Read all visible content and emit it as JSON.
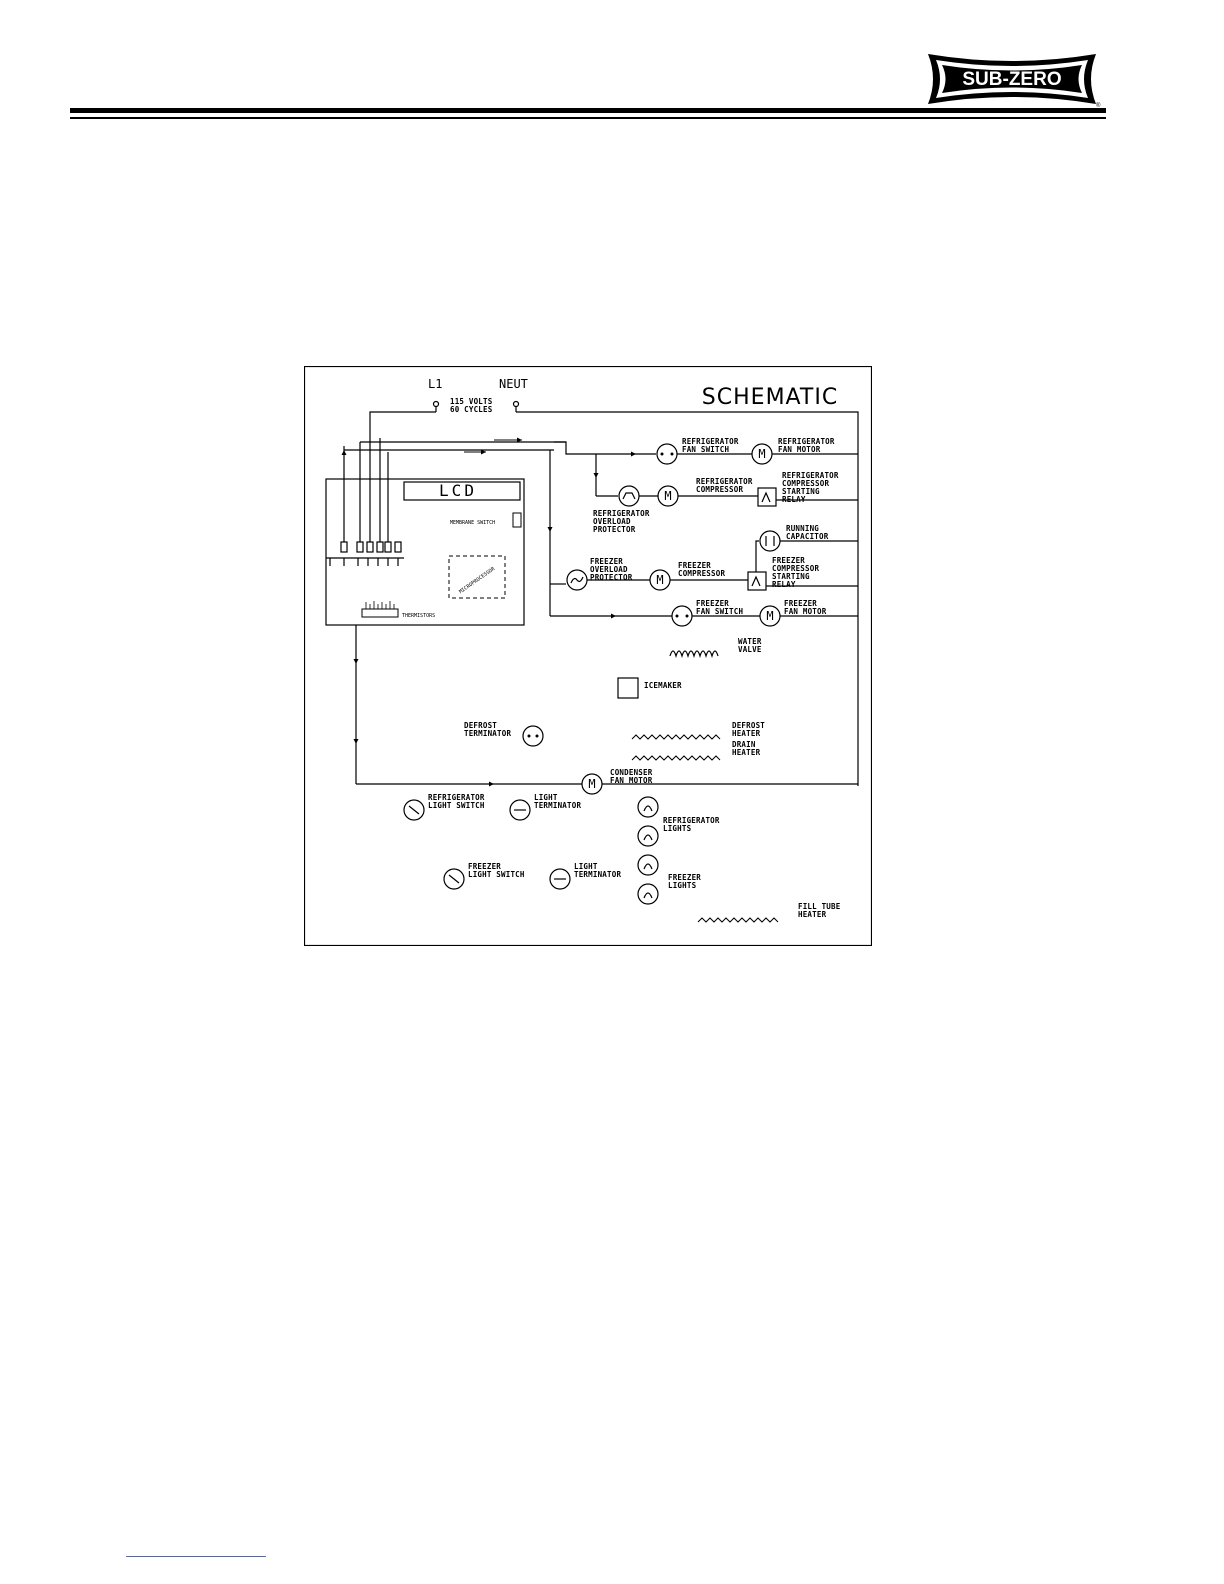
{
  "header": {
    "brand": "SUB-ZERO",
    "brand_mark": "®"
  },
  "schematic": {
    "title": "SCHEMATIC",
    "supply": {
      "l1": "L1",
      "neut": "NEUT",
      "volts": "115 VOLTS",
      "cycles": "60 CYCLES"
    },
    "control_board": {
      "lcd": "LCD",
      "membrane_switch": "MEMBRANE SWITCH",
      "microprocessor": "MICROPROCESSOR",
      "thermistors": "THERMISTORS"
    },
    "components": {
      "refrigerator_fan_switch": [
        "REFRIGERATOR",
        "FAN SWITCH"
      ],
      "refrigerator_fan_motor": [
        "REFRIGERATOR",
        "FAN MOTOR"
      ],
      "refrigerator_compressor": [
        "REFRIGERATOR",
        "COMPRESSOR"
      ],
      "refrigerator_starting_relay": [
        "REFRIGERATOR",
        "COMPRESSOR",
        "STARTING",
        "RELAY"
      ],
      "refrigerator_overload": [
        "REFRIGERATOR",
        "OVERLOAD",
        "PROTECTOR"
      ],
      "running_capacitor": [
        "RUNNING",
        "CAPACITOR"
      ],
      "freezer_overload": [
        "FREEZER",
        "OVERLOAD",
        "PROTECTOR"
      ],
      "freezer_compressor": [
        "FREEZER",
        "COMPRESSOR"
      ],
      "freezer_starting_relay": [
        "FREEZER",
        "COMPRESSOR",
        "STARTING",
        "RELAY"
      ],
      "freezer_fan_switch": [
        "FREEZER",
        "FAN SWITCH"
      ],
      "freezer_fan_motor": [
        "FREEZER",
        "FAN MOTOR"
      ],
      "water_valve": [
        "WATER",
        "VALVE"
      ],
      "icemaker": [
        "ICEMAKER"
      ],
      "defrost_terminator": [
        "DEFROST",
        "TERMINATOR"
      ],
      "defrost_heater": [
        "DEFROST",
        "HEATER"
      ],
      "drain_heater": [
        "DRAIN",
        "HEATER"
      ],
      "condenser_fan_motor": [
        "CONDENSER",
        "FAN MOTOR"
      ],
      "refrigerator_light_switch": [
        "REFRIGERATOR",
        "LIGHT SWITCH"
      ],
      "light_terminator_1": [
        "LIGHT",
        "TERMINATOR"
      ],
      "refrigerator_lights": [
        "REFRIGERATOR",
        "LIGHTS"
      ],
      "freezer_light_switch": [
        "FREEZER",
        "LIGHT SWITCH"
      ],
      "light_terminator_2": [
        "LIGHT",
        "TERMINATOR"
      ],
      "freezer_lights": [
        "FREEZER",
        "LIGHTS"
      ],
      "fill_tube_heater": [
        "FILL TUBE",
        "HEATER"
      ]
    }
  }
}
